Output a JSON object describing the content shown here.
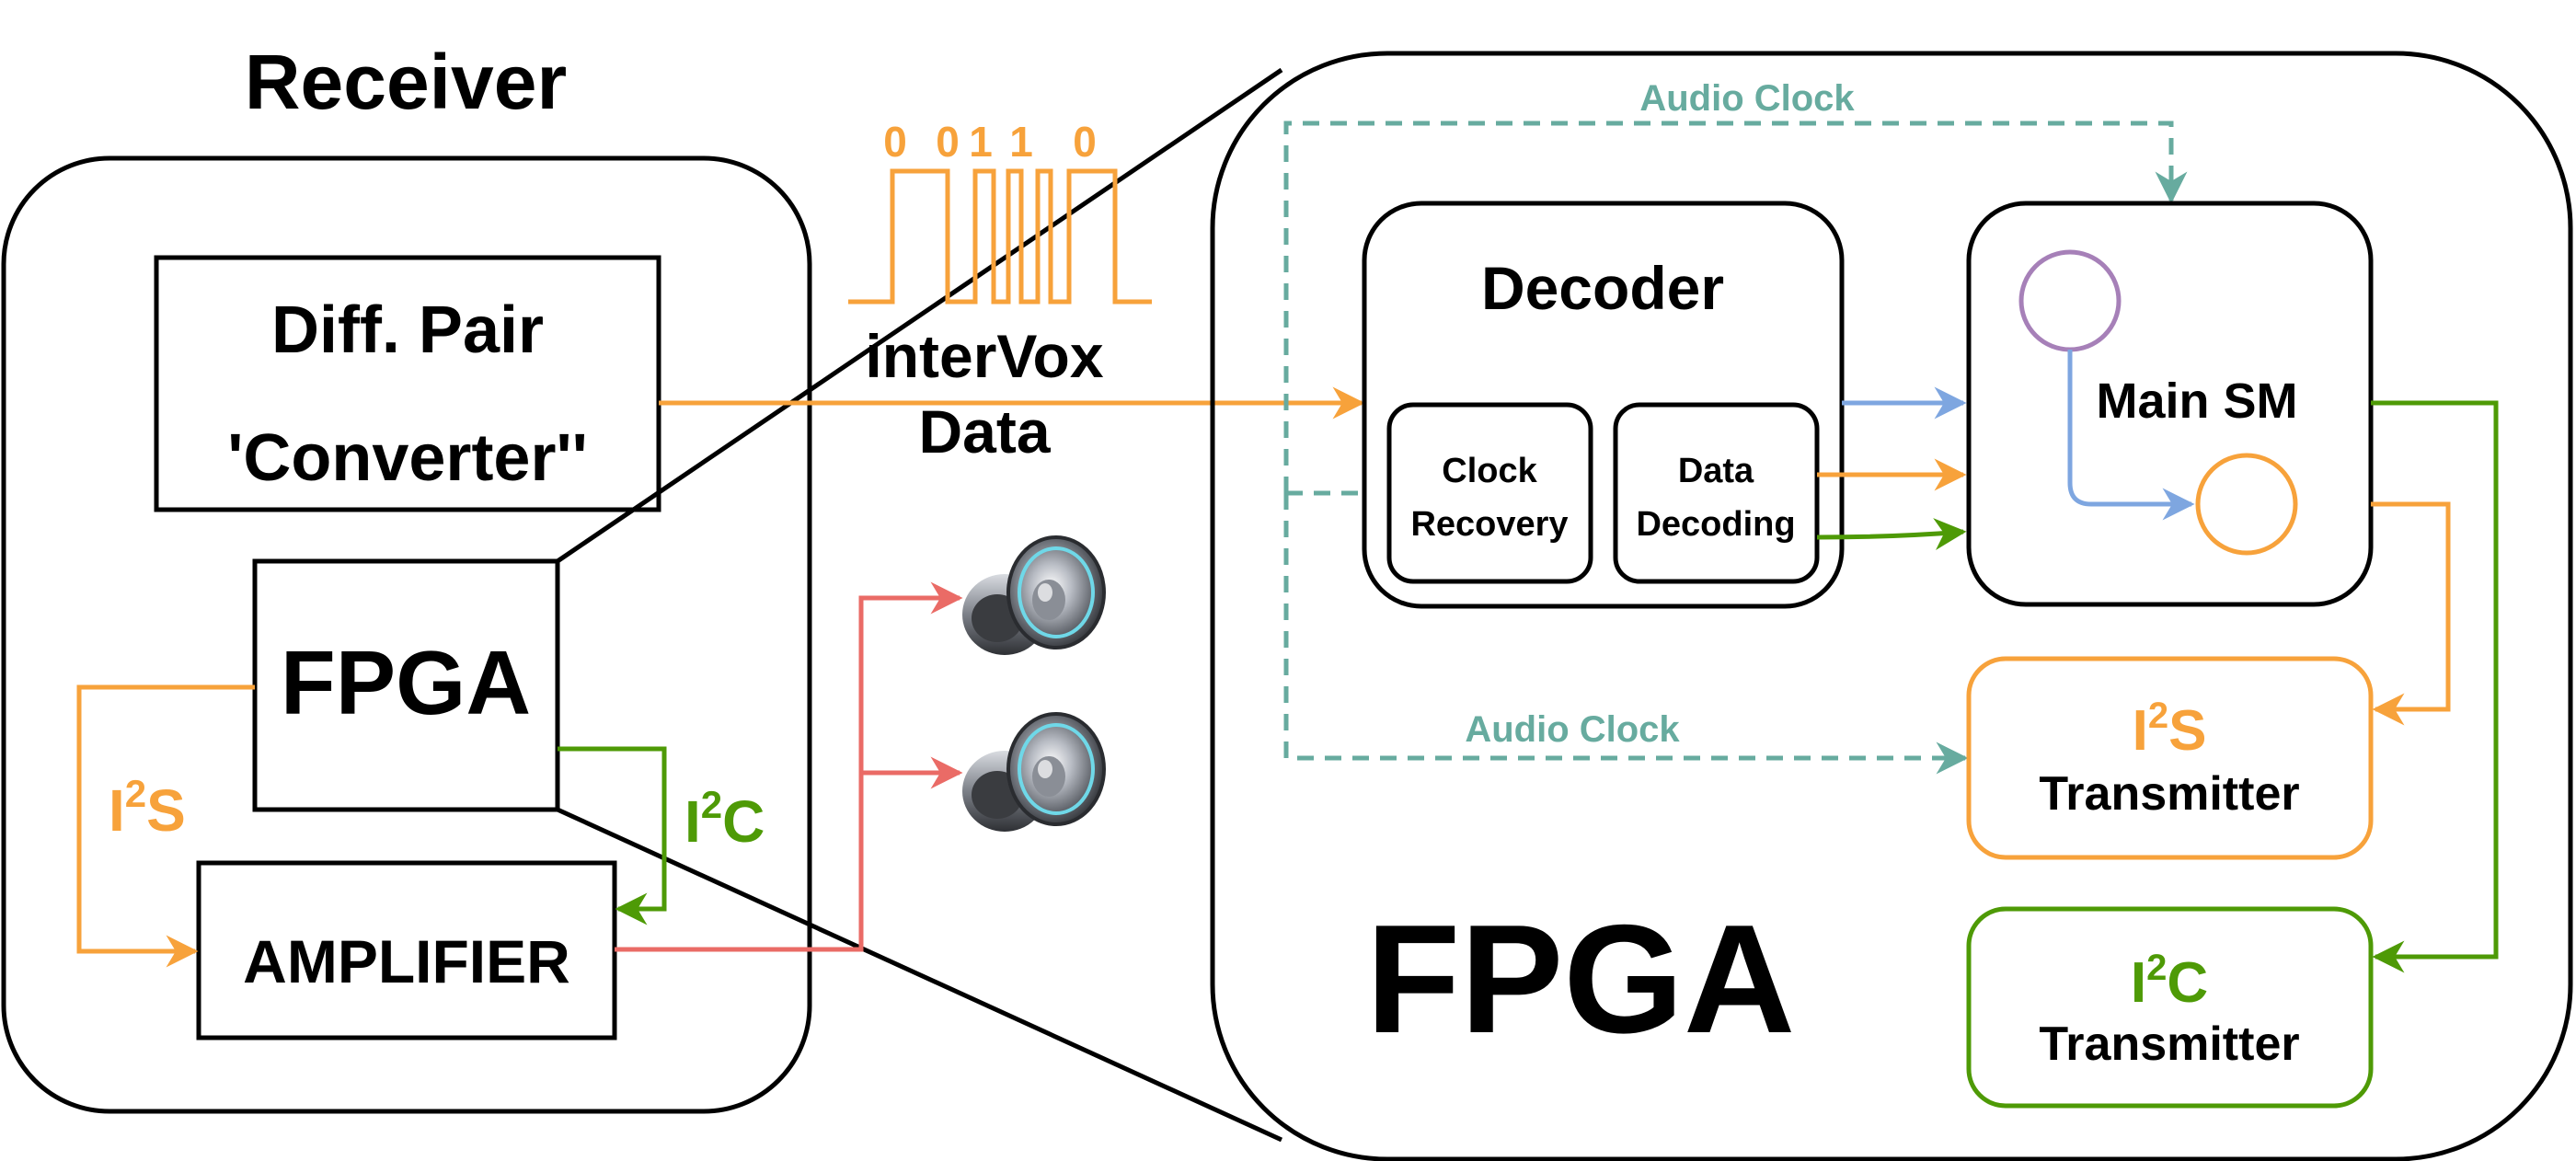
{
  "receiver": {
    "title": "Receiver",
    "diff_pair_line1": "Diff. Pair",
    "diff_pair_line2": "'Converter''",
    "fpga_label": "FPGA",
    "amplifier_label": "AMPLIFIER",
    "i2s_base": "I",
    "i2s_sup": "2",
    "i2s_tail": "S",
    "i2c_base": "I",
    "i2c_sup": "2",
    "i2c_tail": "C"
  },
  "signal": {
    "bits": [
      "0",
      "0",
      "1",
      "1",
      "0"
    ],
    "label_line1": "interVox",
    "label_line2": "Data"
  },
  "fpga": {
    "big_label": "FPGA",
    "audio_clock_top": "Audio Clock",
    "audio_clock_bottom": "Audio Clock",
    "decoder_title": "Decoder",
    "clock_recovery_line1": "Clock",
    "clock_recovery_line2": "Recovery",
    "data_decoding_line1": "Data",
    "data_decoding_line2": "Decoding",
    "main_sm_label": "Main SM",
    "i2s_tx_base": "I",
    "i2s_tx_sup": "2",
    "i2s_tx_tail": "S",
    "i2s_tx_label": "Transmitter",
    "i2c_tx_base": "I",
    "i2c_tx_sup": "2",
    "i2c_tx_tail": "C",
    "i2c_tx_label": "Transmitter"
  },
  "colors": {
    "orange": "#f7a23b",
    "green": "#4e9a06",
    "blue": "#7ea6e0",
    "red": "#ea6b66",
    "teal": "#67ab9f",
    "purple": "#a680b8",
    "black": "#000000"
  },
  "icons": [
    "speaker-icon",
    "speaker-icon"
  ]
}
